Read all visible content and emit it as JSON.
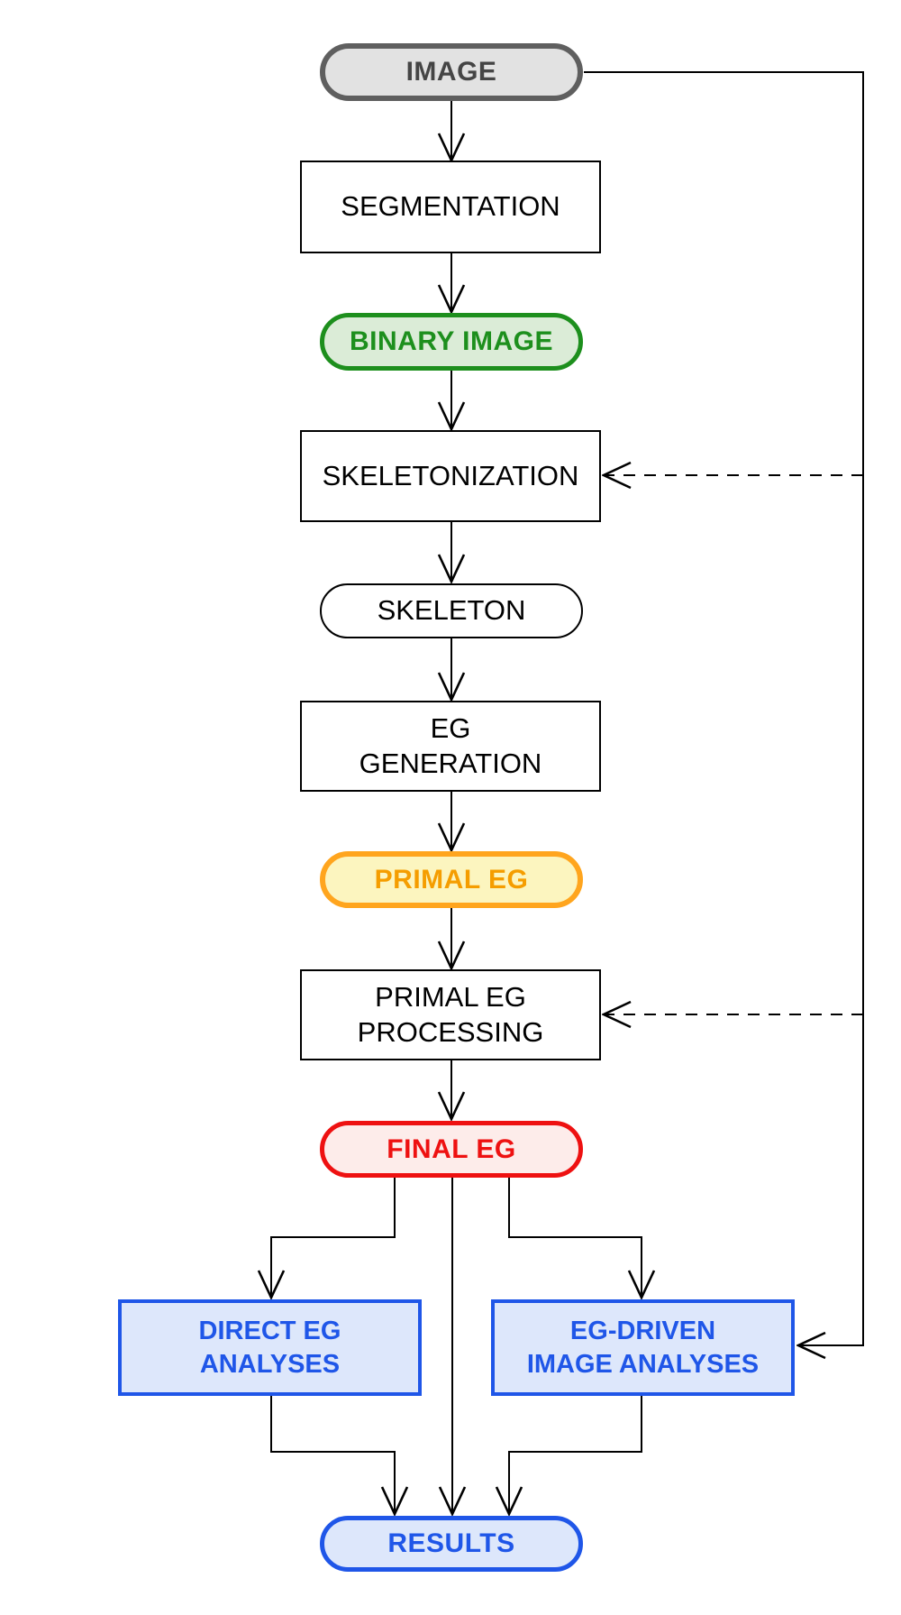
{
  "diagram": {
    "title": "EG image-analysis pipeline flowchart",
    "nodes": {
      "image": {
        "label": "IMAGE",
        "shape": "pill",
        "fill": "#e2e2e2",
        "stroke": "#5f5f5f",
        "text_color": "#454545"
      },
      "segmentation": {
        "label": "SEGMENTATION",
        "shape": "rect",
        "fill": "#ffffff",
        "stroke": "#000000",
        "text_color": "#000000"
      },
      "binary_image": {
        "label": "BINARY IMAGE",
        "shape": "pill",
        "fill": "#dbecd7",
        "stroke": "#1d8f1d",
        "text_color": "#1d8f1d"
      },
      "skeletonization": {
        "label": "SKELETONIZATION",
        "shape": "rect",
        "fill": "#ffffff",
        "stroke": "#000000",
        "text_color": "#000000"
      },
      "skeleton": {
        "label": "SKELETON",
        "shape": "pill",
        "fill": "#ffffff",
        "stroke": "#000000",
        "text_color": "#000000"
      },
      "eg_generation": {
        "label": "EG\nGENERATION",
        "shape": "rect",
        "fill": "#ffffff",
        "stroke": "#000000",
        "text_color": "#000000"
      },
      "primal_eg": {
        "label": "PRIMAL EG",
        "shape": "pill",
        "fill": "#fcf5bf",
        "stroke": "#ffa51e",
        "text_color": "#f59d00"
      },
      "primal_eg_processing": {
        "label": "PRIMAL EG\nPROCESSING",
        "shape": "rect",
        "fill": "#ffffff",
        "stroke": "#000000",
        "text_color": "#000000"
      },
      "final_eg": {
        "label": "FINAL EG",
        "shape": "pill",
        "fill": "#fdecea",
        "stroke": "#ee1111",
        "text_color": "#ee1111"
      },
      "direct_eg_analyses": {
        "label": "DIRECT EG\nANALYSES",
        "shape": "rect",
        "fill": "#dde7fb",
        "stroke": "#1f56e8",
        "text_color": "#1f56e8"
      },
      "eg_driven_image_analyses": {
        "label": "EG-DRIVEN\nIMAGE ANALYSES",
        "shape": "rect",
        "fill": "#dde7fb",
        "stroke": "#1f56e8",
        "text_color": "#1f56e8"
      },
      "results": {
        "label": "RESULTS",
        "shape": "pill",
        "fill": "#dde7fb",
        "stroke": "#1f56e8",
        "text_color": "#1f56e8"
      }
    },
    "connectors": [
      {
        "from": "image",
        "to": "segmentation",
        "style": "solid-arrow"
      },
      {
        "from": "segmentation",
        "to": "binary_image",
        "style": "solid-arrow"
      },
      {
        "from": "binary_image",
        "to": "skeletonization",
        "style": "solid-arrow"
      },
      {
        "from": "skeletonization",
        "to": "skeleton",
        "style": "solid-arrow"
      },
      {
        "from": "skeleton",
        "to": "eg_generation",
        "style": "solid-arrow"
      },
      {
        "from": "eg_generation",
        "to": "primal_eg",
        "style": "solid-arrow"
      },
      {
        "from": "primal_eg",
        "to": "primal_eg_processing",
        "style": "solid-arrow"
      },
      {
        "from": "primal_eg_processing",
        "to": "final_eg",
        "style": "solid-arrow"
      },
      {
        "from": "final_eg",
        "to": "direct_eg_analyses",
        "style": "solid-arrow-elbow"
      },
      {
        "from": "final_eg",
        "to": "results",
        "style": "solid-arrow"
      },
      {
        "from": "final_eg",
        "to": "eg_driven_image_analyses",
        "style": "solid-arrow-elbow"
      },
      {
        "from": "direct_eg_analyses",
        "to": "results",
        "style": "solid-arrow-elbow"
      },
      {
        "from": "eg_driven_image_analyses",
        "to": "results",
        "style": "solid-arrow-elbow"
      },
      {
        "from": "image",
        "to": "eg_driven_image_analyses",
        "style": "solid-arrow-feedback-right-side"
      },
      {
        "from": "right-side-line",
        "to": "skeletonization",
        "style": "dashed-arrow"
      },
      {
        "from": "right-side-line",
        "to": "primal_eg_processing",
        "style": "dashed-arrow"
      }
    ],
    "line_color": "#000000"
  }
}
